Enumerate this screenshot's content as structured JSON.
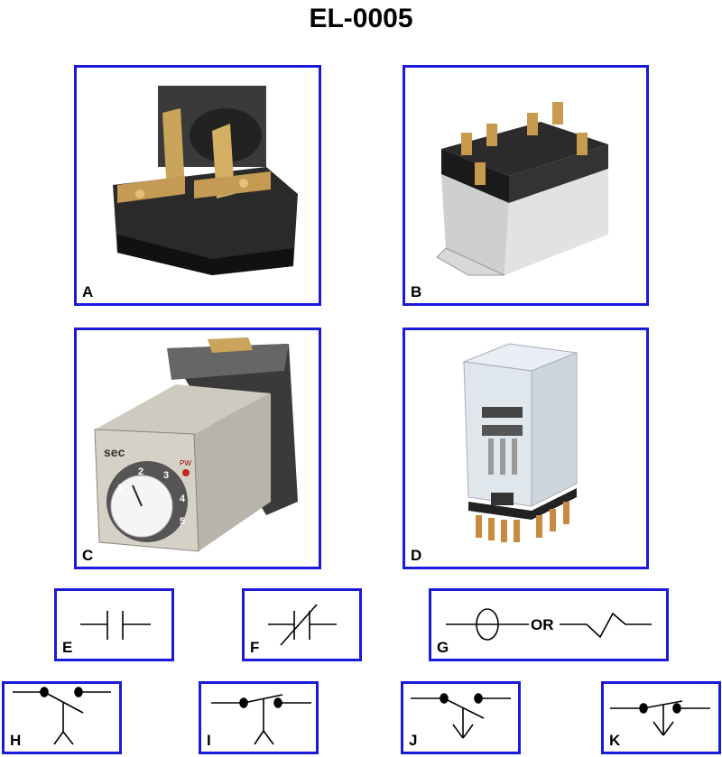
{
  "title": "EL-0005",
  "panels": {
    "A": {
      "label": "A"
    },
    "B": {
      "label": "B"
    },
    "C": {
      "label": "C",
      "unit_text": "sec",
      "indicator_text": "PW",
      "dial_numbers": [
        "1",
        "2",
        "3",
        "4",
        "5"
      ]
    },
    "D": {
      "label": "D"
    },
    "E": {
      "label": "E"
    },
    "F": {
      "label": "F"
    },
    "G": {
      "label": "G",
      "or_text": "OR"
    },
    "H": {
      "label": "H"
    },
    "I": {
      "label": "I"
    },
    "J": {
      "label": "J"
    },
    "K": {
      "label": "K"
    }
  },
  "colors": {
    "border": "#1a1ad8",
    "symbol": "#000000"
  }
}
